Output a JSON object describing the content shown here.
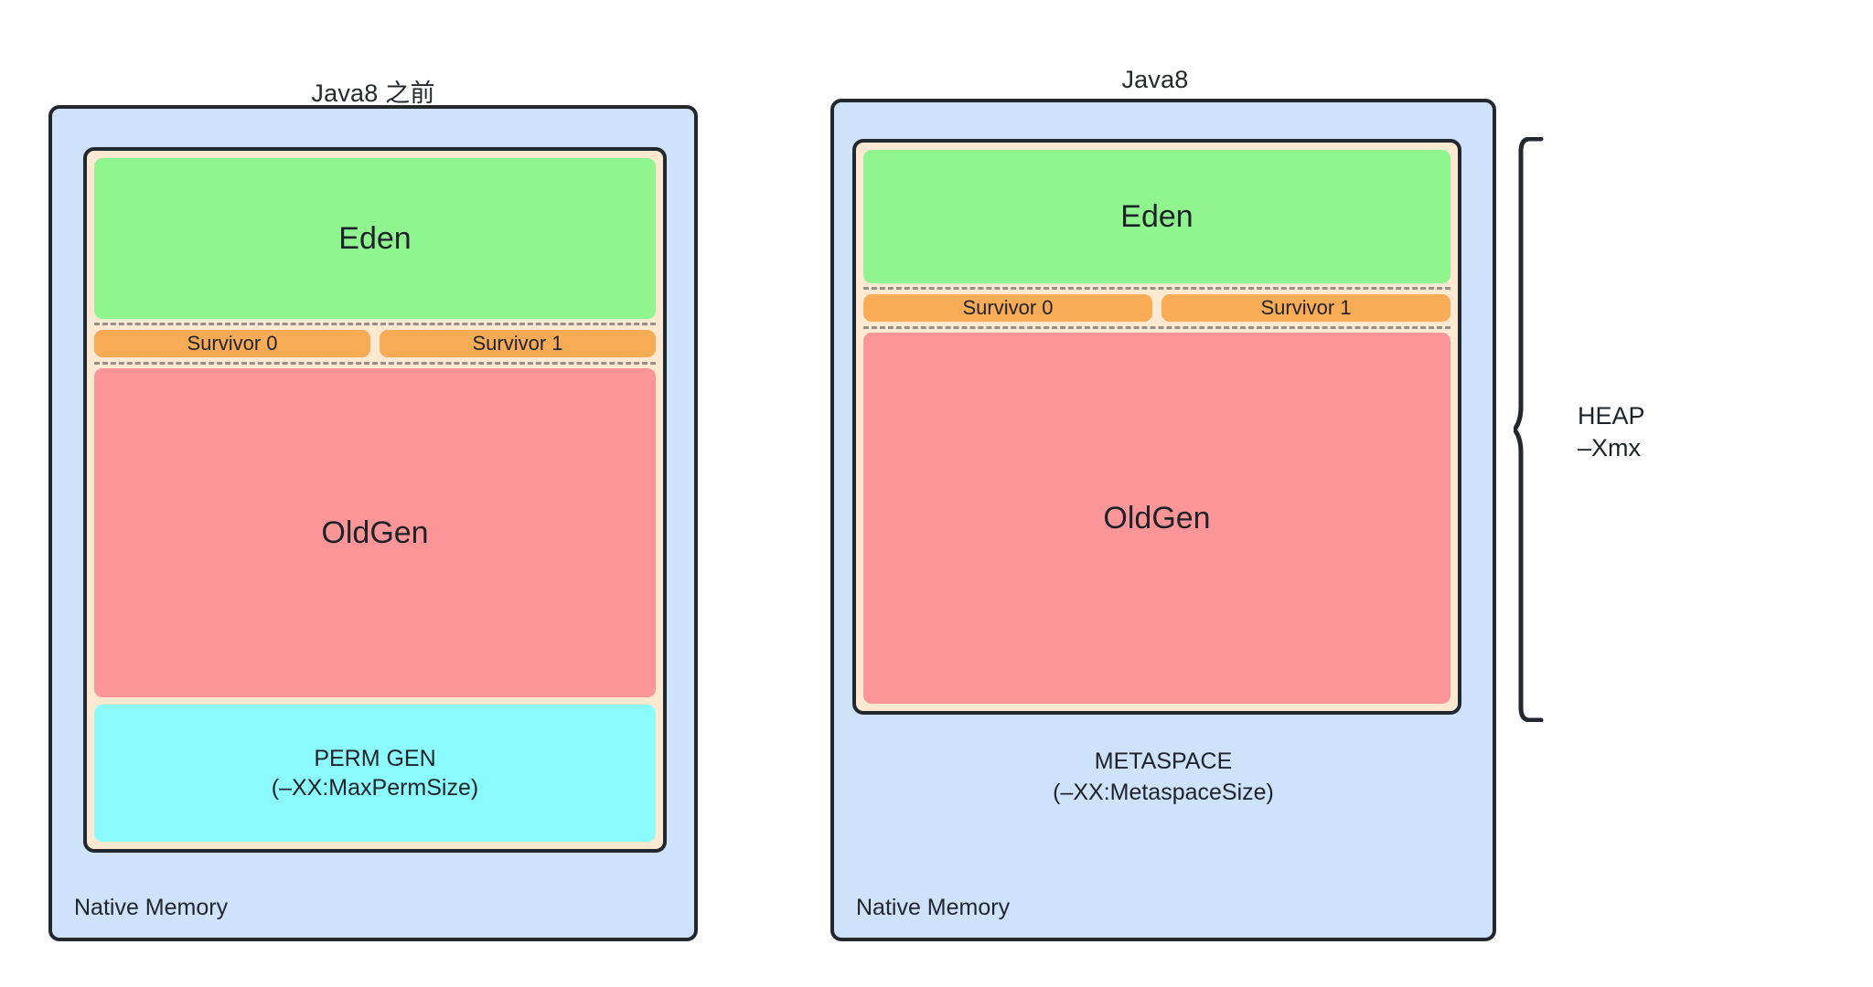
{
  "panels": [
    {
      "title": "Java8 之前",
      "native_label": "Native Memory",
      "heap": {
        "eden": "Eden",
        "survivors": [
          "Survivor 0",
          "Survivor 1"
        ],
        "oldgen": "OldGen",
        "permgen_title": "PERM GEN",
        "permgen_sub": "(–XX:MaxPermSize)"
      }
    },
    {
      "title": "Java8",
      "native_label": "Native Memory",
      "heap": {
        "eden": "Eden",
        "survivors": [
          "Survivor 0",
          "Survivor 1"
        ],
        "oldgen": "OldGen"
      },
      "metaspace_title": "METASPACE",
      "metaspace_sub": "(–XX:MetaspaceSize)"
    }
  ],
  "annotation": {
    "heap_label": "HEAP",
    "xmx_label": "–Xmx"
  },
  "colors": {
    "eden": "#90f58f",
    "survivor": "#f9ab55",
    "oldgen": "#fc9598",
    "permgen": "#8bfbfd",
    "native_memory": "#cfe2fc",
    "heap_frame": "#fde8d2",
    "stroke": "#23282f",
    "text": "#1d2329"
  }
}
